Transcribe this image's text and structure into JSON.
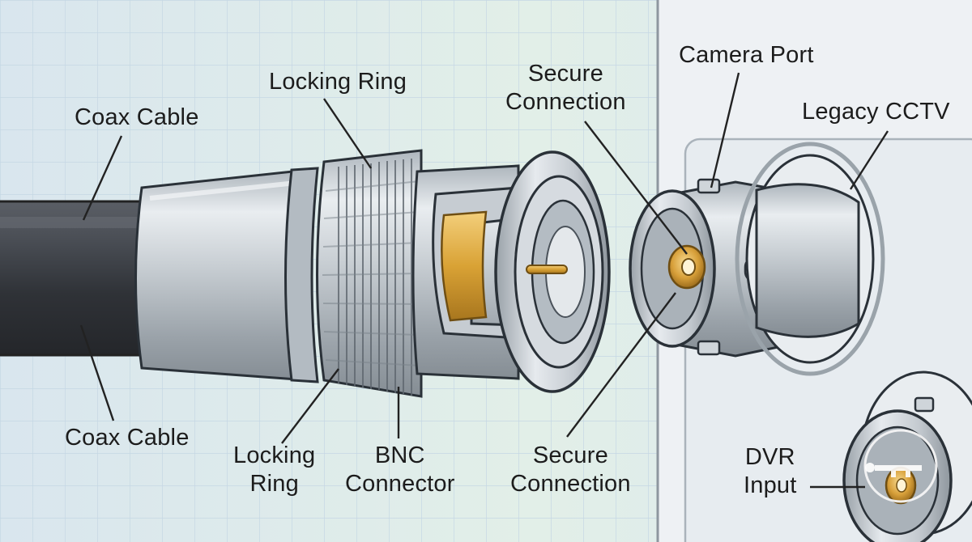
{
  "labels": {
    "coax_cable_top": "Coax Cable",
    "coax_cable_bottom": "Coax Cable",
    "locking_ring_top": "Locking Ring",
    "locking_ring_bottom": "Locking\nRing",
    "secure_connection_top": "Secure\nConnection",
    "secure_connection_bottom": "Secure\nConnection",
    "bnc_connector": "BNC\nConnector",
    "camera_port": "Camera Port",
    "legacy_cctv": "Legacy CCTV",
    "dvr_input": "DVR\nInput"
  },
  "colors": {
    "background_grid": "#dce8ef",
    "grid_line": "#c3d6e3",
    "panel": "#eef2f5",
    "cable": "#3a3d42",
    "metal": "#c4cacf",
    "metal_dark": "#8d959c",
    "gold": "#d9a235",
    "outline": "#2a3138"
  },
  "icons": [
    "key-icon"
  ]
}
